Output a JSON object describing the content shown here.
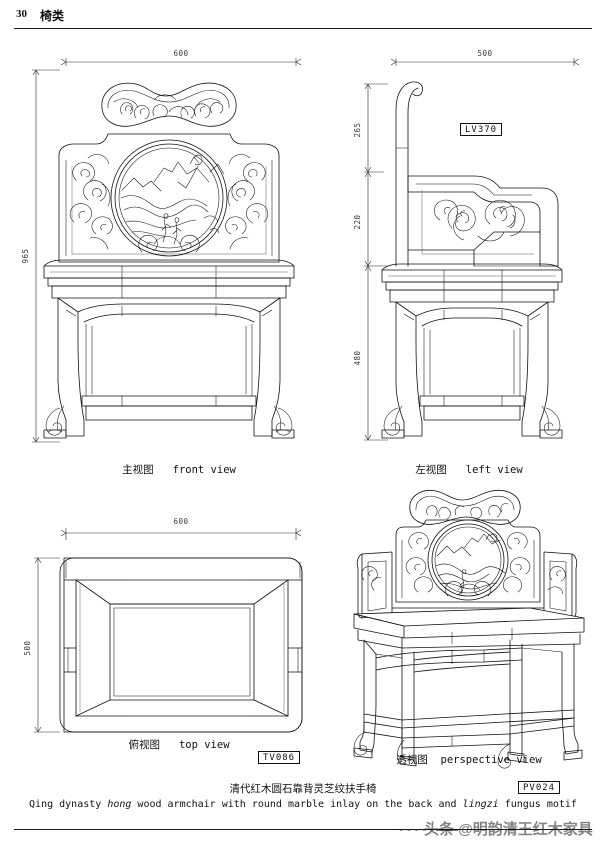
{
  "header": {
    "page_number": "30",
    "category": "椅类"
  },
  "views": {
    "front": {
      "label_cn": "主视图",
      "label_en": "front view",
      "dim_width": "600",
      "dim_height": "965"
    },
    "left": {
      "label_cn": "左视图",
      "label_en": "left view",
      "dim_width": "500",
      "dim_back_upper": "265",
      "dim_back_lower": "220",
      "dim_seat_height": "480",
      "code": "LV370"
    },
    "top": {
      "label_cn": "俯视图",
      "label_en": "top view",
      "dim_width": "600",
      "dim_depth": "500",
      "code": "TV086"
    },
    "perspective": {
      "label_cn": "透视图",
      "label_en": "perspective view",
      "code": "PV024"
    }
  },
  "caption": {
    "chinese": "清代红木圆石靠背灵芝纹扶手椅",
    "english_part1": "Qing dynasty ",
    "english_italic1": "hong",
    "english_part2": " wood armchair with round marble inlay on the back and  ",
    "english_italic2": "lingzi",
    "english_part3": " fungus motif"
  },
  "watermark": {
    "text": "头条 @明韵清王红木家具",
    "dashes": "-----———"
  }
}
